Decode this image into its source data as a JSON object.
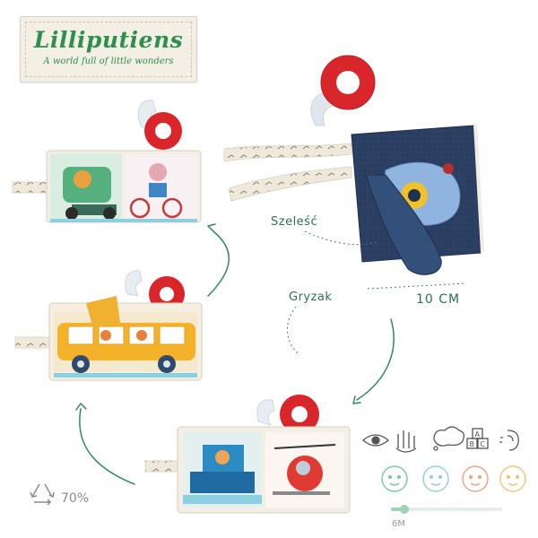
{
  "brand": {
    "name": "Lilliputiens",
    "tagline": "A world full of little wonders",
    "color": "#2f8f4e"
  },
  "labels": {
    "crinkle": "Szeleść",
    "teether": "Gryzak",
    "size": "10 CM"
  },
  "recycled": {
    "percent": "70%",
    "icon": "recycle-icon"
  },
  "age": {
    "label": "6M",
    "level": 0.12
  },
  "senses": [
    {
      "icon": "eye-icon"
    },
    {
      "icon": "hand-touch-icon"
    },
    {
      "icon": "thought-bubble-icon"
    },
    {
      "icon": "abc-blocks-icon"
    },
    {
      "icon": "ear-icon"
    }
  ],
  "baby_faces": [
    {
      "icon": "baby-face-icon",
      "color": "#7fc8a9"
    },
    {
      "icon": "baby-face-icon",
      "color": "#9ad0d0"
    },
    {
      "icon": "baby-face-icon",
      "color": "#f0a58a"
    },
    {
      "icon": "baby-face-icon",
      "color": "#f2c77a"
    }
  ],
  "colors": {
    "teether_red": "#e0282c",
    "navy_fabric": "#2a3f63",
    "arrow_green": "#2f8a5a"
  }
}
